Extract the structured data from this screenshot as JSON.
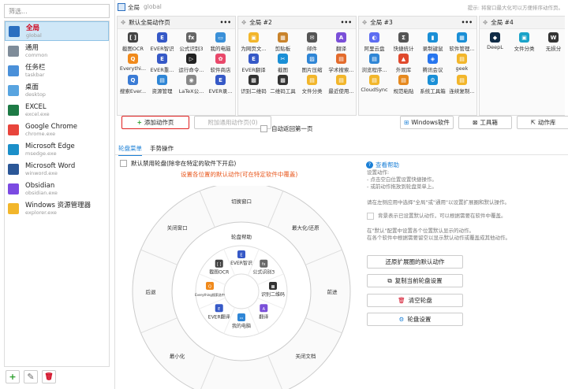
{
  "filter": {
    "placeholder": "筛选..."
  },
  "apps": [
    {
      "name": "全局",
      "sub": "global",
      "color": "#2b6fc0",
      "selected": true
    },
    {
      "name": "通用",
      "sub": "common",
      "color": "#7f8c99"
    },
    {
      "name": "任务栏",
      "sub": "taskbar",
      "color": "#4a90d9"
    },
    {
      "name": "桌面",
      "sub": "desktop",
      "color": "#58a4e0"
    },
    {
      "name": "EXCEL",
      "sub": "excel.exe",
      "color": "#1d7a45"
    },
    {
      "name": "Google Chrome",
      "sub": "chrome.exe",
      "color": "#e8453c"
    },
    {
      "name": "Microsoft Edge",
      "sub": "msedge.exe",
      "color": "#1b8fc9"
    },
    {
      "name": "Microsoft Word",
      "sub": "winword.exe",
      "color": "#2b5797"
    },
    {
      "name": "Obsidian",
      "sub": "obsidian.exe",
      "color": "#7b4ae2"
    },
    {
      "name": "Windows 资源管理器",
      "sub": "explorer.exe",
      "color": "#f2b62b"
    }
  ],
  "left_buttons": {
    "add": "+",
    "edit": "✎",
    "delete": "🗑"
  },
  "topbar": {
    "scope": "全局",
    "scope_sub": "global",
    "tip": "提示: 将窗口最大化可以方便排序动作页。"
  },
  "pages": [
    {
      "title": "默认全局动作页",
      "items": [
        {
          "label": "截图OCR",
          "icon": "[ ]",
          "color": "#444"
        },
        {
          "label": "EVER智识",
          "icon": "E",
          "color": "#3659c7"
        },
        {
          "label": "公式识别3",
          "icon": "fx",
          "color": "#666"
        },
        {
          "label": "我的电脑",
          "icon": "▭",
          "color": "#3a90d8"
        },
        {
          "label": "Everythi...",
          "icon": "Q",
          "color": "#f08a1c"
        },
        {
          "label": "EVER重...",
          "icon": "E",
          "color": "#3659c7"
        },
        {
          "label": "运行命令...",
          "icon": "▷",
          "color": "#222"
        },
        {
          "label": "软件商店",
          "icon": "✿",
          "color": "#e9486a"
        },
        {
          "label": "搜索Ever...",
          "icon": "Q",
          "color": "#3a7bd5"
        },
        {
          "label": "资源管理",
          "icon": "▤",
          "color": "#2f86d6"
        },
        {
          "label": "LaTeX公...",
          "icon": "◉",
          "color": "#888"
        },
        {
          "label": "EVER录...",
          "icon": "E",
          "color": "#3659c7"
        }
      ]
    },
    {
      "title": "全局 #2",
      "items": [
        {
          "label": "为网页文...",
          "icon": "▣",
          "color": "#f2b62b"
        },
        {
          "label": "剪贴板",
          "icon": "▦",
          "color": "#c9832b"
        },
        {
          "label": "邮件",
          "icon": "✉",
          "color": "#555"
        },
        {
          "label": "翻译",
          "icon": "A",
          "color": "#7a4fd8"
        },
        {
          "label": "EVER翻译",
          "icon": "E",
          "color": "#3659c7"
        },
        {
          "label": "截图",
          "icon": "✂",
          "color": "#1a8fd6"
        },
        {
          "label": "图片压缩",
          "icon": "▨",
          "color": "#2f86d6"
        },
        {
          "label": "学术搜索...",
          "icon": "▤",
          "color": "#e36b2c"
        },
        {
          "label": "识别二维码",
          "icon": "▩",
          "color": "#333"
        },
        {
          "label": "二维码工具",
          "icon": "▩",
          "color": "#333"
        },
        {
          "label": "文件分类",
          "icon": "▤",
          "color": "#f2b62b"
        },
        {
          "label": "最近使用...",
          "icon": "▤",
          "color": "#f2b62b"
        }
      ]
    },
    {
      "title": "全局 #3",
      "items": [
        {
          "label": "阿里云盘",
          "icon": "◐",
          "color": "#5d6df2"
        },
        {
          "label": "快捷统计",
          "icon": "Σ",
          "color": "#555"
        },
        {
          "label": "录制键鼠",
          "icon": "▮",
          "color": "#1a8fd6"
        },
        {
          "label": "软件管理...",
          "icon": "▦",
          "color": "#1a8fd6"
        },
        {
          "label": "浏览程序...",
          "icon": "▤",
          "color": "#2f86d6"
        },
        {
          "label": "外观库",
          "icon": "▲",
          "color": "#e0492c"
        },
        {
          "label": "腾讯会议",
          "icon": "◈",
          "color": "#2776ef"
        },
        {
          "label": "geek",
          "icon": "▤",
          "color": "#f2b62b"
        },
        {
          "label": "CloudSync",
          "icon": "▤",
          "color": "#f2b62b"
        },
        {
          "label": "规范粘贴",
          "icon": "▤",
          "color": "#e6891f"
        },
        {
          "label": "系统工具箱",
          "icon": "⚙",
          "color": "#1a8fd6"
        },
        {
          "label": "连续复制...",
          "icon": "▤",
          "color": "#f2b62b"
        }
      ]
    },
    {
      "title": "全局 #4",
      "items": [
        {
          "label": "DeepL",
          "icon": "◆",
          "color": "#0f2b46"
        },
        {
          "label": "文件分类",
          "icon": "▣",
          "color": "#1aa3c9"
        },
        {
          "label": "无损分",
          "icon": "W",
          "color": "#333"
        }
      ]
    }
  ],
  "toolbar": {
    "add_page": "添加动作页",
    "add_general": "附加通用动作页(0)",
    "auto_return": "自动返回第一页",
    "windows_app": "Windows软件",
    "toolbox": "工具箱",
    "action_lib": "动作库"
  },
  "tabs": [
    "轮盘菜单",
    "手势操作"
  ],
  "wheel": {
    "disable_label": "默认禁用轮盘(除非在特定的软件下开启)",
    "title": "设置各位置的默认动作(可在特定软件中覆盖)",
    "outer": [
      "切换窗口",
      "最大化/还原",
      "前进",
      "关闭文档",
      "",
      "最小化",
      "后退",
      "关闭窗口"
    ],
    "middle": "轮盘帮助",
    "inner": [
      "EVER智识",
      "公式识别3",
      "识别二维码",
      "翻译",
      "我的电脑",
      "EVER翻译",
      "Everything搜索选中",
      "截图OCR"
    ]
  },
  "help": {
    "link": "查看帮助",
    "lines1": [
      "设置动作:",
      "- 点击空白位置设置快捷操作。",
      "- 或前动作拖放到轮盘菜单上。"
    ],
    "line2": "请在左侧应用中选择\"全局\"或\"通用\"以设置扩展圈和默认操作。",
    "check": "背景表示已设置默认动作，可以根据需要在软件中覆盖。",
    "lines3": [
      "在\"默认\"配置中设置各个位置默认显示的动作。",
      "在各个软件中根据需要留空以显示默认动作或覆盖成其他动作。"
    ]
  },
  "side_buttons": [
    "还原扩展圈的默认动作",
    "复制当前轮盘设置",
    "清空轮盘",
    "轮盘设置"
  ]
}
